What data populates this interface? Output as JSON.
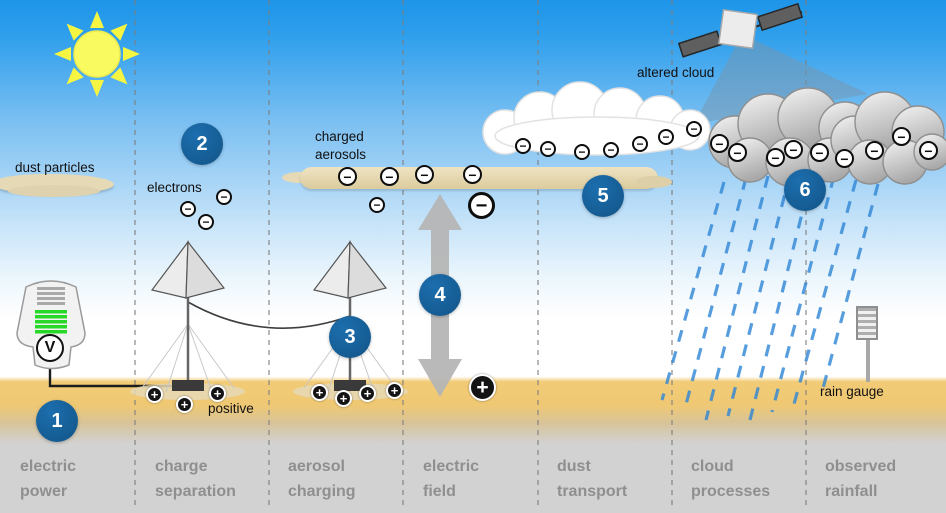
{
  "symbols": {
    "minus": "−",
    "plus": "+"
  },
  "badges": [
    "1",
    "2",
    "3",
    "4",
    "5",
    "6"
  ],
  "labels": {
    "dust_particles": "dust particles",
    "electrons": "electrons",
    "charged_aerosols_line1": "charged",
    "charged_aerosols_line2": "aerosols",
    "positive": "positive",
    "altered_cloud": "altered cloud",
    "rain_gauge": "rain gauge",
    "voltmeter": "V"
  },
  "stages": [
    {
      "line1": "electric",
      "line2": "power"
    },
    {
      "line1": "charge",
      "line2": "separation"
    },
    {
      "line1": "aerosol",
      "line2": "charging"
    },
    {
      "line1": "electric",
      "line2": "field"
    },
    {
      "line1": "dust",
      "line2": "transport"
    },
    {
      "line1": "cloud",
      "line2": "processes"
    },
    {
      "line1": "observed",
      "line2": "rainfall"
    }
  ],
  "colors": {
    "badge_blue": "#15639e",
    "sky_top": "#1e95e9",
    "ground_yellow": "#f2cb76",
    "footer_gray": "#d2d2d2",
    "rain_blue": "#2f86d6",
    "stage_label_gray": "#8f8f8f",
    "dust_tan": "#e6d9b6"
  }
}
